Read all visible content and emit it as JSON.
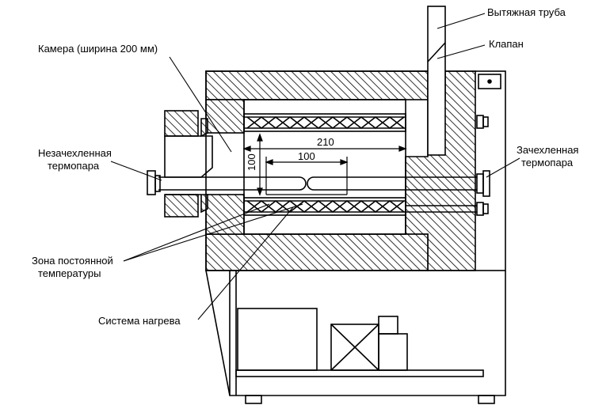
{
  "labels": {
    "exhaust_pipe": "Вытяжная труба",
    "valve": "Клапан",
    "chamber": "Камера (ширина 200 мм)",
    "unsheathed_tc_line1": "Незачехленная",
    "unsheathed_tc_line2": "термопара",
    "sheathed_tc_line1": "Зачехленная",
    "sheathed_tc_line2": "термопара",
    "const_zone_line1": "Зона постоянной",
    "const_zone_line2": "температуры",
    "heating_system": "Система нагрева"
  },
  "dimensions": {
    "chamber_length": "210",
    "zone_length": "100",
    "chamber_height": "100"
  }
}
